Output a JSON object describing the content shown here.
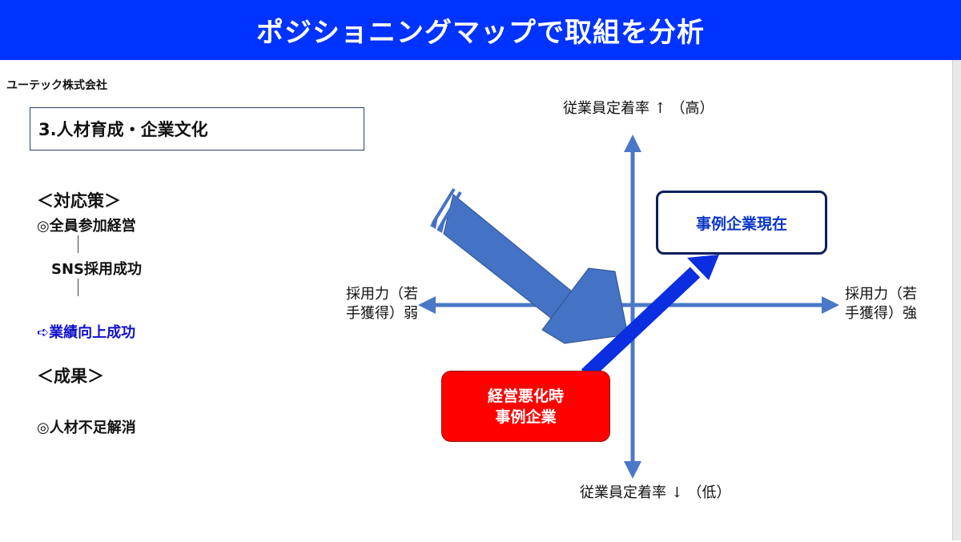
{
  "header": {
    "title": "ポジショニングマップで取組を分析"
  },
  "company": "ユーテック株式会社",
  "section_box": "3.人材育成・企業文化",
  "measures": {
    "heading": "＜対応策＞",
    "item1": "◎全員参加経営",
    "item2": "SNS採用成功",
    "item3": "➪業績向上成功"
  },
  "results": {
    "heading": "＜成果＞",
    "item1": "◎人材不足解消"
  },
  "map": {
    "top_label": "従業員定着率 ↑ （高）",
    "bottom_label": "従業員定着率 ↓ （低）",
    "left_label_line1": "採用力（若",
    "left_label_line2": "手獲得）弱",
    "right_label_line1": "採用力（若",
    "right_label_line2": "手獲得）強",
    "current_box": "事例企業現在",
    "crisis_box_line1": "経営悪化時",
    "crisis_box_line2": "事例企業"
  },
  "colors": {
    "title_bg": "#0033ff",
    "axis": "#4a78c8",
    "crisis_box": "#ff0000",
    "current_border": "#0b1f5c",
    "current_text": "#0b36c8",
    "big_arrow": "#4472c4",
    "up_arrow": "#0a2ee0"
  }
}
